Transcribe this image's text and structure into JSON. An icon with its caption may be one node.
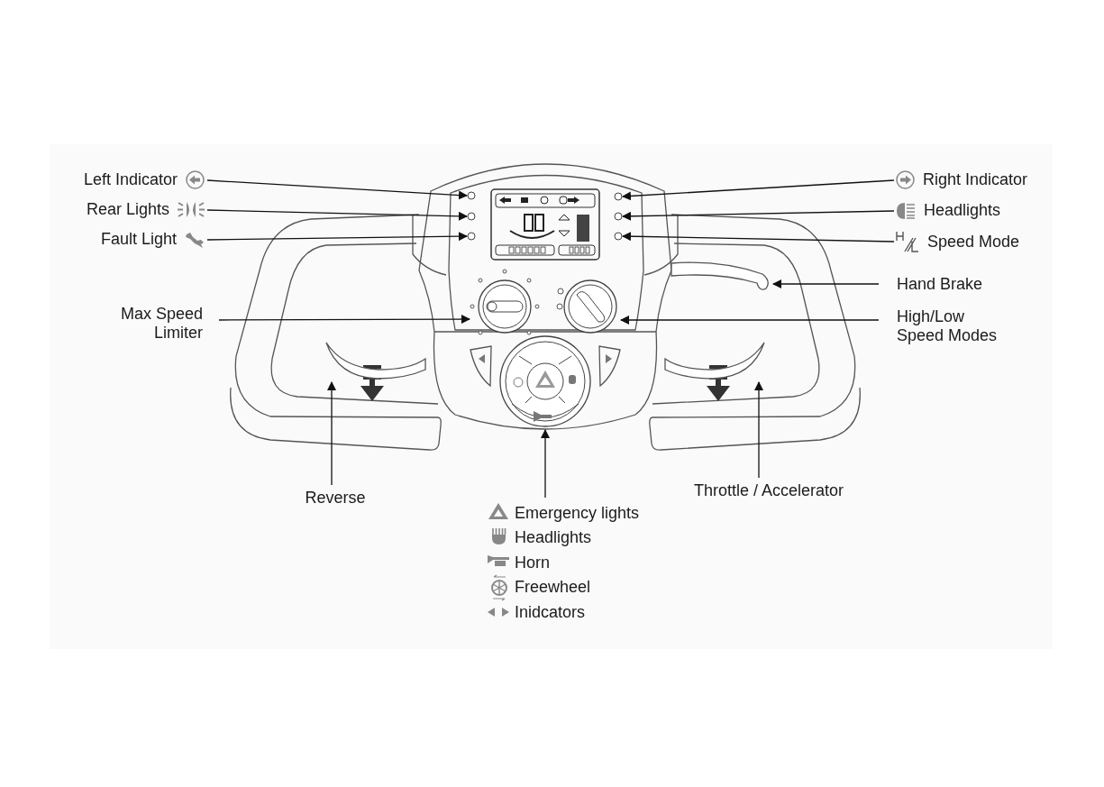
{
  "diagram": {
    "nodes": [
      {
        "text": [
          "Left Indicator"
        ]
      },
      {
        "text": [],
        "shape": "circle"
      },
      {
        "text": [
          "Rear Lights"
        ]
      },
      {
        "text": [],
        "shape": "circle"
      },
      {
        "text": [
          "Fault Light"
        ]
      },
      {
        "text": [],
        "shape": "circle"
      },
      {
        "text": [
          "Max Speed Limiter"
        ]
      },
      {
        "text": [],
        "shape": "circle"
      },
      {
        "text": [
          "Right Indicator"
        ]
      },
      {
        "text": [],
        "shape": "circle"
      },
      {
        "text": [
          "Headlights"
        ]
      },
      {
        "text": [],
        "shape": "circle"
      },
      {
        "text": [
          "Speed Mode"
        ]
      },
      {
        "text": [],
        "shape": "circle"
      },
      {
        "text": [
          "Hand Brake"
        ]
      },
      {
        "text": [],
        "shape": "bar"
      },
      {
        "text": [
          "High/Low Speed Modes"
        ]
      },
      {
        "text": [],
        "shape": "circle"
      },
      {
        "text": [
          "Reverse"
        ]
      },
      {
        "text": [],
        "shape": "bar"
      },
      {
        "text": [
          "Throttle / Accelerator"
        ]
      },
      {
        "text": [],
        "shape": "bar"
      },
      {
        "text": [
          "Emergency lights",
          "Headlights",
          "Horn",
          "Freewheel",
          "Inidcators"
        ]
      },
      {
        "text": [],
        "shape": "circle"
      }
    ],
    "edges": [
      {
        "from": 0,
        "to": 1,
        "arrow": "to"
      },
      {
        "from": 2,
        "to": 3,
        "arrow": "to"
      },
      {
        "from": 4,
        "to": 5,
        "arrow": "to"
      },
      {
        "from": 6,
        "to": 7,
        "arrow": "to"
      },
      {
        "from": 8,
        "to": 9,
        "arrow": "to"
      },
      {
        "from": 10,
        "to": 11,
        "arrow": "to"
      },
      {
        "from": 12,
        "to": 13,
        "arrow": "to"
      },
      {
        "from": 14,
        "to": 15,
        "arrow": "to"
      },
      {
        "from": 16,
        "to": 17,
        "arrow": "to"
      },
      {
        "from": 18,
        "to": 19,
        "arrow": "to"
      },
      {
        "from": 20,
        "to": 21,
        "arrow": "to"
      },
      {
        "from": 22,
        "to": 23,
        "arrow": "to"
      }
    ]
  }
}
